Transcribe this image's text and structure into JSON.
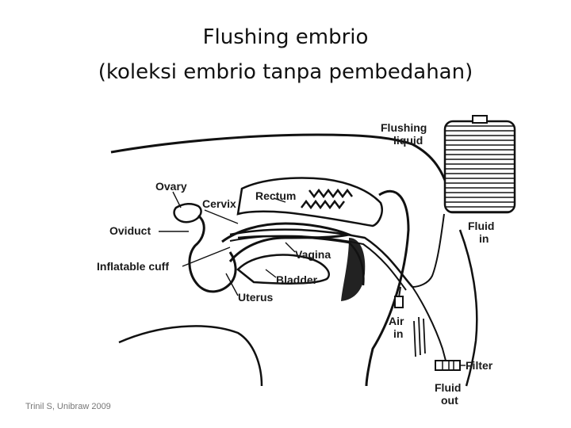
{
  "slide": {
    "title_line1": "Flushing embrio",
    "title_line2": "(koleksi embrio tanpa pembedahan)",
    "footer": "Trinil S, Unibraw 2009"
  },
  "diagram": {
    "labels": {
      "flushing_liquid_1": "Flushing",
      "flushing_liquid_2": "liquid",
      "ovary": "Ovary",
      "cervix": "Cervix",
      "rectum": "Rectum",
      "oviduct": "Oviduct",
      "vagina": "Vagina",
      "inflatable_cuff": "Inflatable cuff",
      "bladder": "Bladder",
      "uterus": "Uterus",
      "fluid_in_1": "Fluid",
      "fluid_in_2": "in",
      "air_in_1": "Air",
      "air_in_2": "in",
      "filter": "Filter",
      "fluid_out_1": "Fluid",
      "fluid_out_2": "out"
    }
  }
}
